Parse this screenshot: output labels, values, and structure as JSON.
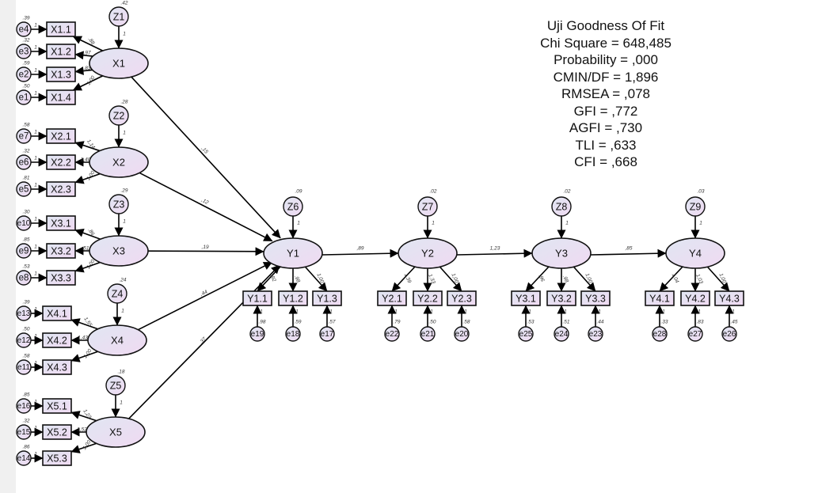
{
  "title": "Uji Goodness Of Fit",
  "fit_indices": [
    {
      "label": "Chi Square",
      "value": "648,485"
    },
    {
      "label": "Probability",
      "value": ",000"
    },
    {
      "label": "CMIN/DF",
      "value": "1,896"
    },
    {
      "label": "RMSEA",
      "value": ",078"
    },
    {
      "label": "GFI",
      "value": ",772"
    },
    {
      "label": "AGFI",
      "value": ",730"
    },
    {
      "label": "TLI",
      "value": ",633"
    },
    {
      "label": "CFI",
      "value": ",668"
    }
  ],
  "exogenous": [
    {
      "name": "X1",
      "disturbance": "Z1",
      "dvar": ".42",
      "path_to_Y1": ",15",
      "indicators": [
        {
          "name": "X1.1",
          "error": "e4",
          "evar": ".39",
          "loading": ".88"
        },
        {
          "name": "X1.2",
          "error": "e3",
          "evar": ".32",
          "loading": ".97"
        },
        {
          "name": "X1.3",
          "error": "e2",
          "evar": ".59",
          "loading": ".83"
        },
        {
          "name": "X1.4",
          "error": "e1",
          "evar": ".50",
          "loading": "1,00"
        }
      ]
    },
    {
      "name": "X2",
      "disturbance": "Z2",
      "dvar": ".28",
      "path_to_Y2": "",
      "path_to_Y1": ",12",
      "indicators": [
        {
          "name": "X2.1",
          "error": "e7",
          "evar": ".58",
          "loading": "1,14"
        },
        {
          "name": "X2.2",
          "error": "e6",
          "evar": ".32",
          "loading": "1,40"
        },
        {
          "name": "X2.3",
          "error": "e5",
          "evar": ".81",
          "loading": "1,00"
        }
      ]
    },
    {
      "name": "X3",
      "disturbance": "Z3",
      "dvar": ".29",
      "path_to_Y1": ",19",
      "indicators": [
        {
          "name": "X3.1",
          "error": "e10",
          "evar": ".30",
          "loading": ".86"
        },
        {
          "name": "X3.2",
          "error": "e9",
          "evar": ".85",
          "loading": ".51"
        },
        {
          "name": "X3.3",
          "error": "e8",
          "evar": ".53",
          "loading": "1,00"
        }
      ]
    },
    {
      "name": "X4",
      "disturbance": "Z4",
      "dvar": ".24",
      "path_to_Y1": ",44",
      "indicators": [
        {
          "name": "X4.1",
          "error": "e13",
          "evar": ".39",
          "loading": "1,55"
        },
        {
          "name": "X4.2",
          "error": "e12",
          "evar": ".50",
          "loading": "1,43"
        },
        {
          "name": "X4.3",
          "error": "e11",
          "evar": ".58",
          "loading": "1,00"
        }
      ]
    },
    {
      "name": "X5",
      "disturbance": "Z5",
      "dvar": ".18",
      "path_to_Y1": ",37",
      "indicators": [
        {
          "name": "X5.1",
          "error": "e16",
          "evar": ".85",
          "loading": "1,23"
        },
        {
          "name": "X5.2",
          "error": "e15",
          "evar": ".32",
          "loading": "1,52"
        },
        {
          "name": "X5.3",
          "error": "e14",
          "evar": ".86",
          "loading": "1,00"
        }
      ]
    }
  ],
  "endogenous": [
    {
      "name": "Y1",
      "disturbance": "Z6",
      "dvar": ".09",
      "path_to_next": ",89",
      "indicators": [
        {
          "name": "Y1.1",
          "error": "e19",
          "evar": ".98",
          "loading": ".92"
        },
        {
          "name": "Y1.2",
          "error": "e18",
          "evar": ".59",
          "loading": ".98"
        },
        {
          "name": "Y1.3",
          "error": "e17",
          "evar": ".57",
          "loading": "1,00"
        }
      ]
    },
    {
      "name": "Y2",
      "disturbance": "Z7",
      "dvar": ".02",
      "path_to_next": "1,23",
      "indicators": [
        {
          "name": "Y2.1",
          "error": "e22",
          "evar": ".79",
          "loading": "1,39"
        },
        {
          "name": "Y2.2",
          "error": "e21",
          "evar": ".50",
          "loading": "1,33"
        },
        {
          "name": "Y2.3",
          "error": "e20",
          "evar": ".58",
          "loading": "1,00"
        }
      ]
    },
    {
      "name": "Y3",
      "disturbance": "Z8",
      "dvar": ".02",
      "path_to_next": ",85",
      "indicators": [
        {
          "name": "Y3.1",
          "error": "e25",
          "evar": ".53",
          "loading": ".96"
        },
        {
          "name": "Y3.2",
          "error": "e24",
          "evar": ".51",
          "loading": ".98"
        },
        {
          "name": "Y3.3",
          "error": "e23",
          "evar": ".44",
          "loading": "1,00"
        }
      ]
    },
    {
      "name": "Y4",
      "disturbance": "Z9",
      "dvar": ".03",
      "path_to_next": "",
      "indicators": [
        {
          "name": "Y4.1",
          "error": "e28",
          "evar": ".33",
          "loading": "1,04"
        },
        {
          "name": "Y4.2",
          "error": "e27",
          "evar": ".83",
          "loading": "1,03"
        },
        {
          "name": "Y4.3",
          "error": "e26",
          "evar": ".45",
          "loading": "1,00"
        }
      ]
    }
  ],
  "fixed_weight": "1",
  "colors": {
    "node_fill_start": "#e2e4f2",
    "node_fill_end": "#efdcf2",
    "stroke": "#111111",
    "background": "#ffffff",
    "left_strip": "#f0f0f0"
  }
}
